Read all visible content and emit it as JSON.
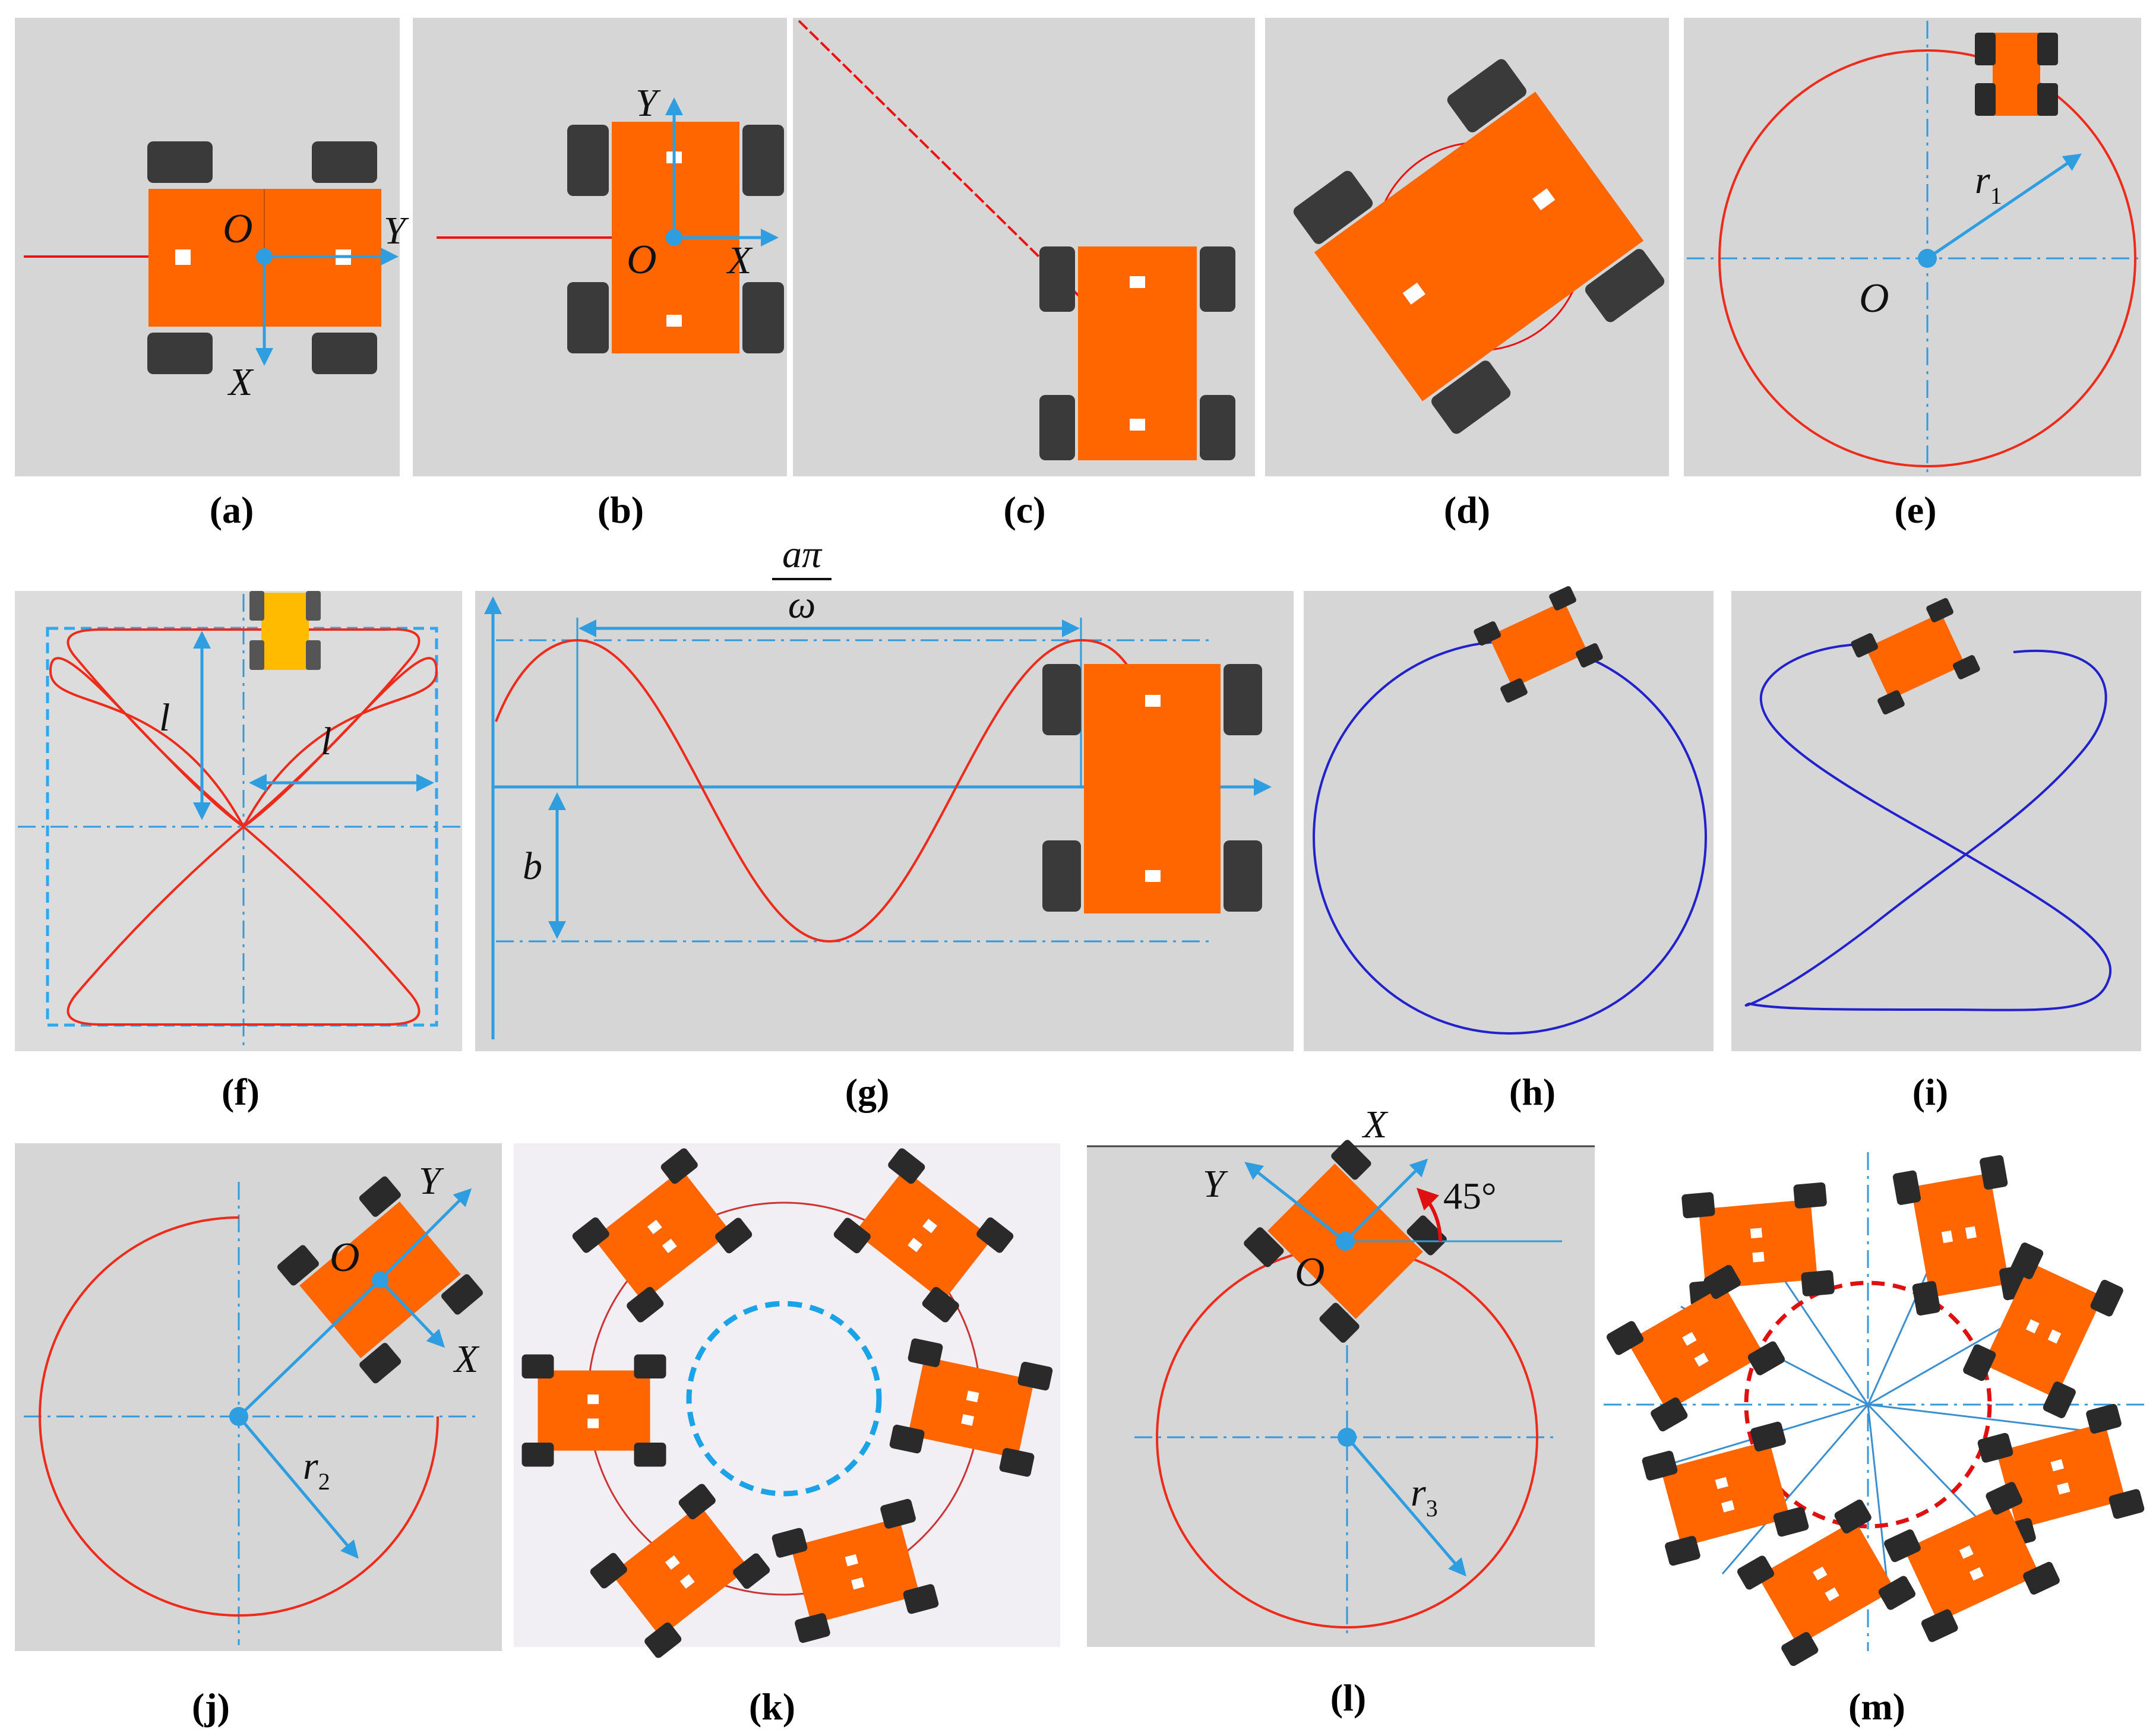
{
  "panels": {
    "a": {
      "label": "(a)",
      "axis_x": "X",
      "axis_y": "Y",
      "origin": "O"
    },
    "b": {
      "label": "(b)",
      "axis_x": "X",
      "axis_y": "Y",
      "origin": "O"
    },
    "c": {
      "label": "(c)"
    },
    "d": {
      "label": "(d)"
    },
    "e": {
      "label": "(e)",
      "origin": "O",
      "radius": "r",
      "radius_sub": "1"
    },
    "f": {
      "label": "(f)",
      "dim_vertical": "l",
      "dim_horizontal": "l"
    },
    "g": {
      "label": "(g)",
      "period_num": "aπ",
      "period_den": "ω",
      "amplitude": "b"
    },
    "h": {
      "label": "(h)"
    },
    "i": {
      "label": "(i)"
    },
    "j": {
      "label": "(j)",
      "axis_x": "X",
      "axis_y": "Y",
      "origin": "O",
      "radius": "r",
      "radius_sub": "2"
    },
    "k": {
      "label": "(k)"
    },
    "l": {
      "label": "(l)",
      "axis_x": "X",
      "axis_y": "Y",
      "origin": "O",
      "angle": "45°",
      "radius": "r",
      "radius_sub": "3"
    },
    "m": {
      "label": "(m)"
    }
  },
  "colors": {
    "robot_body": "#ff6600",
    "trajectory_red": "#ee2a1a",
    "trajectory_blue": "#2222cc",
    "axis_blue": "#2f9ee0",
    "panel_gray": "#d6d6d6"
  }
}
